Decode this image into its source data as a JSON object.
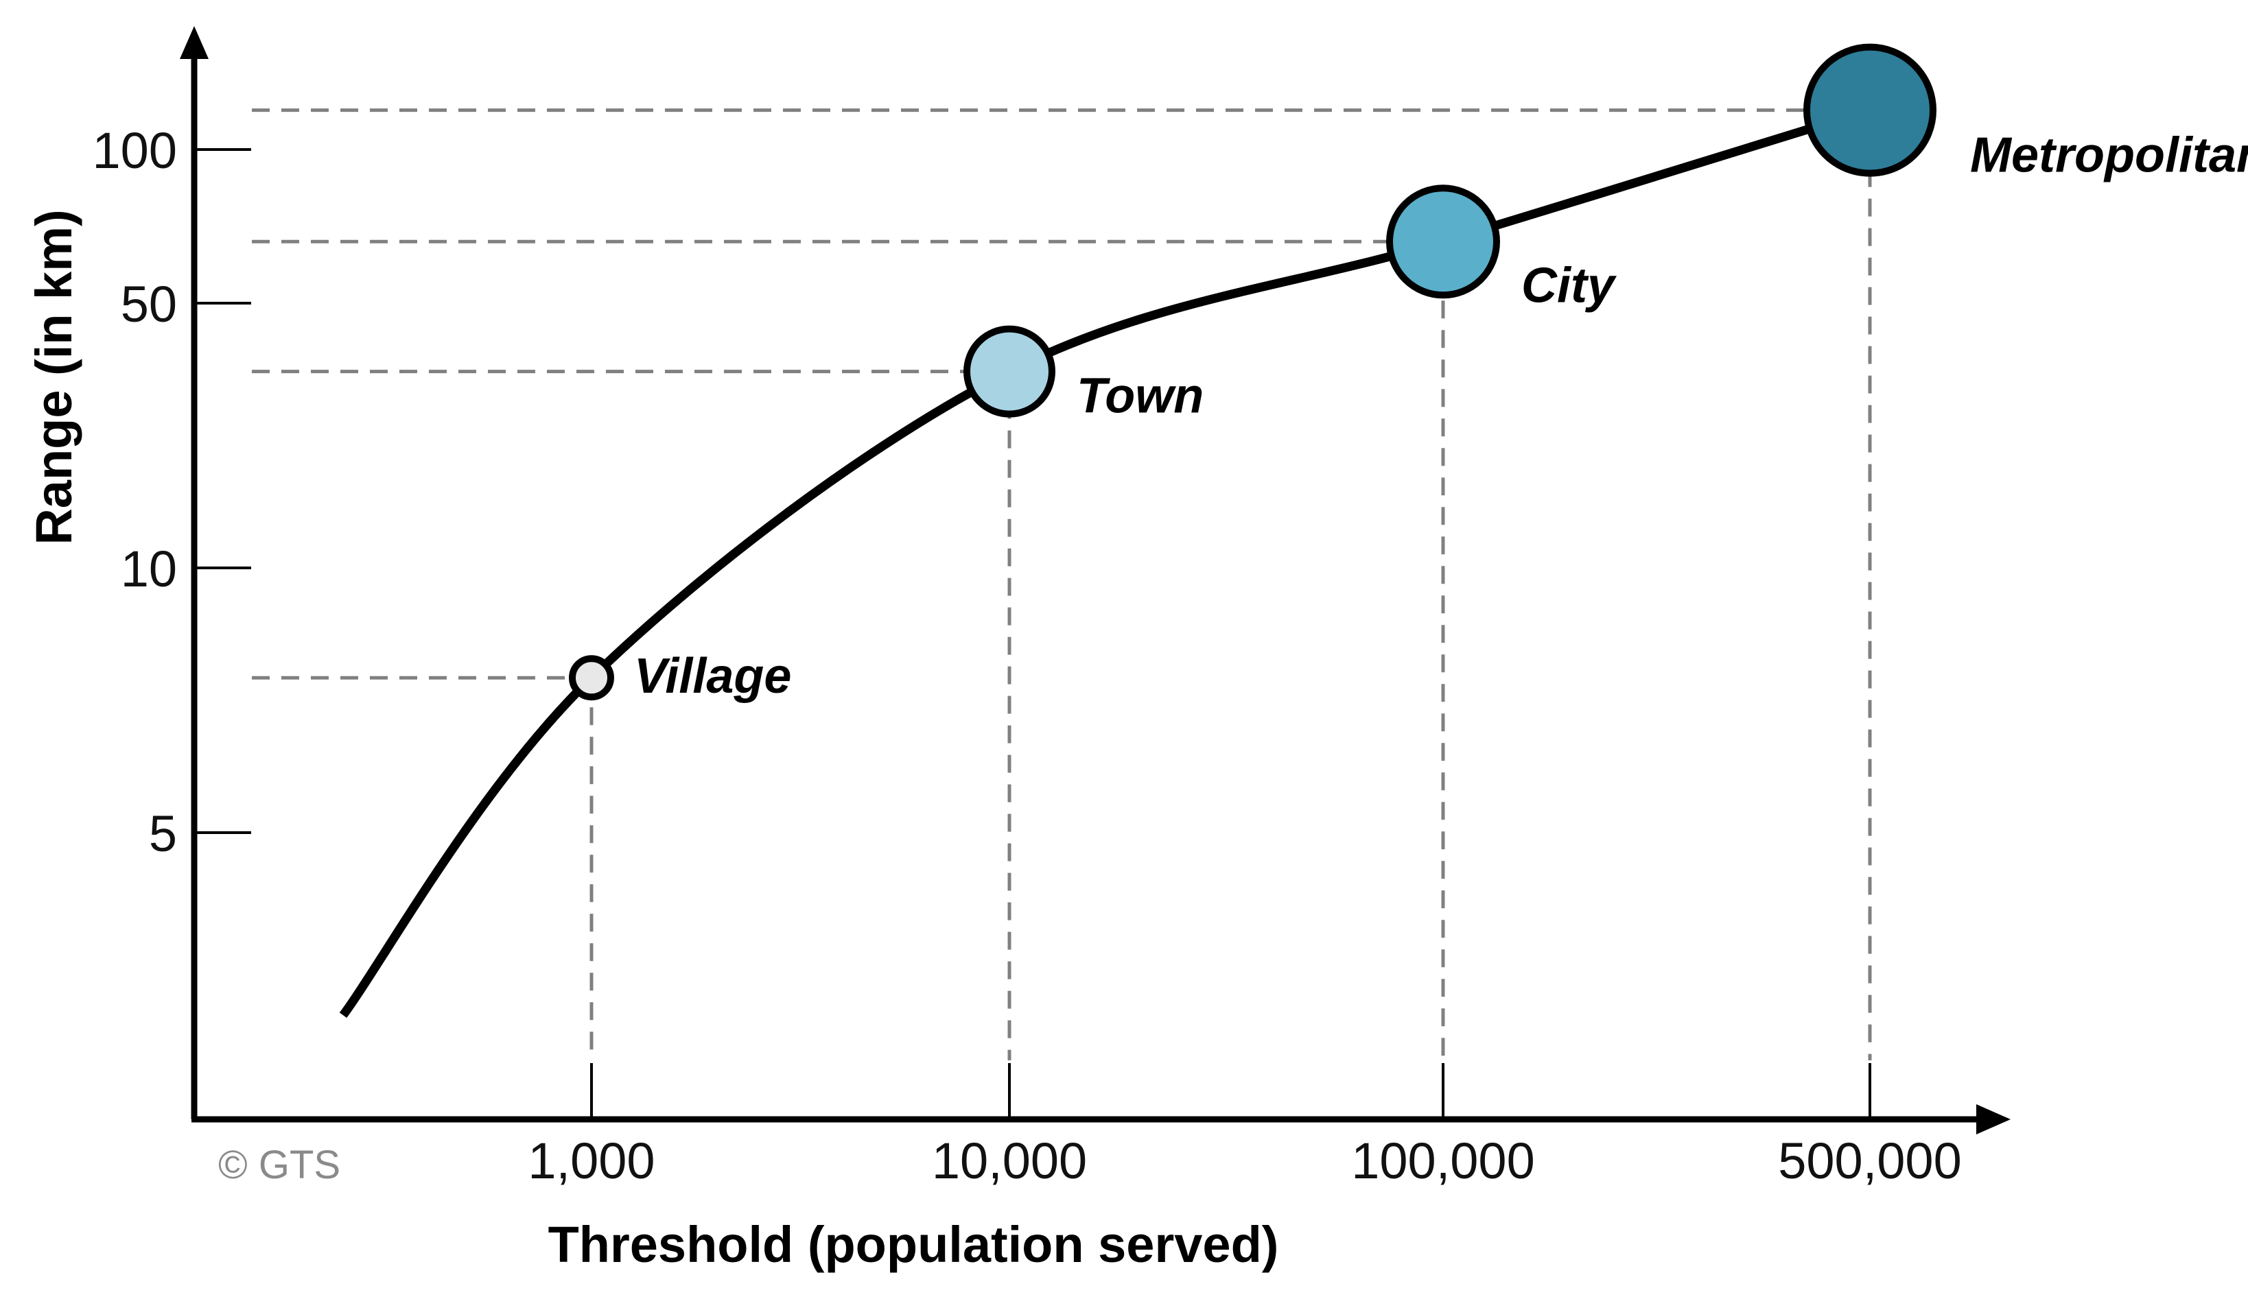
{
  "chart_data": {
    "type": "line",
    "x_scale": "log",
    "y_scale": "log",
    "xlabel": "Threshold (population served)",
    "ylabel": "Range (in km)",
    "x_ticks": [
      {
        "value": 1000,
        "label": "1,000"
      },
      {
        "value": 10000,
        "label": "10,000"
      },
      {
        "value": 100000,
        "label": "100,000"
      },
      {
        "value": 500000,
        "label": "500,000"
      }
    ],
    "y_ticks": [
      {
        "value": 5,
        "label": "5"
      },
      {
        "value": 10,
        "label": "10"
      },
      {
        "value": 50,
        "label": "50"
      },
      {
        "value": 100,
        "label": "100"
      }
    ],
    "points": [
      {
        "label": "Village",
        "x": 1000,
        "y": 7.5,
        "color": "#e8e8e8"
      },
      {
        "label": "Town",
        "x": 10000,
        "y": 33,
        "color": "#a8d3e3"
      },
      {
        "label": "City",
        "x": 100000,
        "y": 66,
        "color": "#5aafcb"
      },
      {
        "label": "Metropolitan",
        "x": 500000,
        "y": 120,
        "color": "#2e7d99"
      }
    ],
    "curve_start": {
      "x": 300,
      "y": 3.1
    },
    "grid": false,
    "legend": "none",
    "credit": "© GTS"
  },
  "colors": {
    "axis": "#000000",
    "guide": "#808080",
    "curve": "#000000"
  }
}
